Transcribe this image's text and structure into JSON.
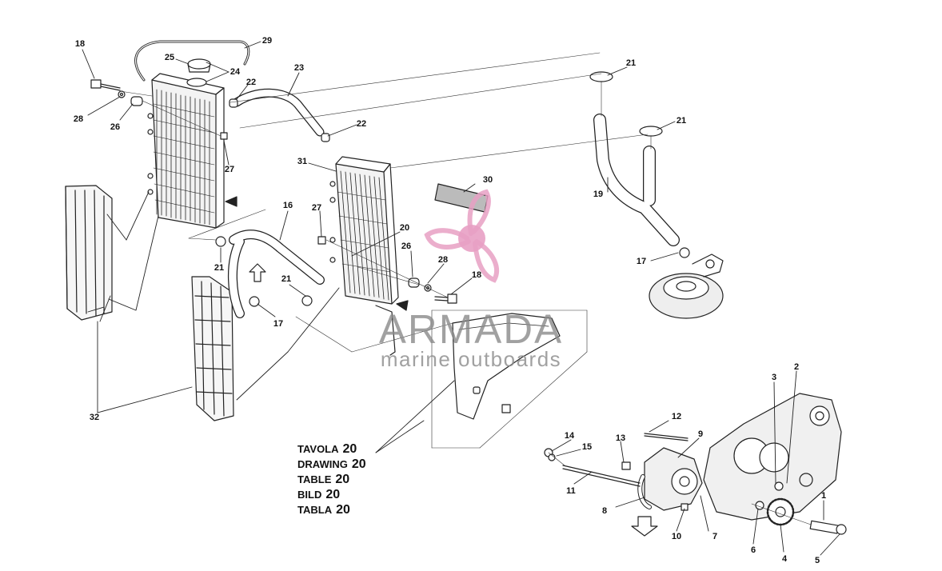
{
  "diagram": {
    "callouts": [
      {
        "id": "c18a",
        "label": "18"
      },
      {
        "id": "c29",
        "label": "29"
      },
      {
        "id": "c25",
        "label": "25"
      },
      {
        "id": "c24",
        "label": "24"
      },
      {
        "id": "c22a",
        "label": "22"
      },
      {
        "id": "c23",
        "label": "23"
      },
      {
        "id": "c28a",
        "label": "28"
      },
      {
        "id": "c26a",
        "label": "26"
      },
      {
        "id": "c27a",
        "label": "27"
      },
      {
        "id": "c22b",
        "label": "22"
      },
      {
        "id": "c31",
        "label": "31"
      },
      {
        "id": "c30",
        "label": "30"
      },
      {
        "id": "c16",
        "label": "16"
      },
      {
        "id": "c27b",
        "label": "27"
      },
      {
        "id": "c20",
        "label": "20"
      },
      {
        "id": "c26b",
        "label": "26"
      },
      {
        "id": "c28b",
        "label": "28"
      },
      {
        "id": "c18b",
        "label": "18"
      },
      {
        "id": "c21a",
        "label": "21"
      },
      {
        "id": "c21b",
        "label": "21"
      },
      {
        "id": "c17a",
        "label": "17"
      },
      {
        "id": "c32",
        "label": "32"
      },
      {
        "id": "c21c",
        "label": "21"
      },
      {
        "id": "c21d",
        "label": "21"
      },
      {
        "id": "c19",
        "label": "19"
      },
      {
        "id": "c17b",
        "label": "17"
      },
      {
        "id": "c3",
        "label": "3"
      },
      {
        "id": "c2",
        "label": "2"
      },
      {
        "id": "c12",
        "label": "12"
      },
      {
        "id": "c9",
        "label": "9"
      },
      {
        "id": "c14",
        "label": "14"
      },
      {
        "id": "c15",
        "label": "15"
      },
      {
        "id": "c13",
        "label": "13"
      },
      {
        "id": "c11",
        "label": "11"
      },
      {
        "id": "c8",
        "label": "8"
      },
      {
        "id": "c10",
        "label": "10"
      },
      {
        "id": "c7",
        "label": "7"
      },
      {
        "id": "c6",
        "label": "6"
      },
      {
        "id": "c4",
        "label": "4"
      },
      {
        "id": "c1",
        "label": "1"
      },
      {
        "id": "c5",
        "label": "5"
      }
    ],
    "table_reference": [
      {
        "label": "TAVOLA",
        "number": "20"
      },
      {
        "label": "DRAWING",
        "number": "20"
      },
      {
        "label": "TABLE",
        "number": "20"
      },
      {
        "label": "BILD",
        "number": "20"
      },
      {
        "label": "TABLA",
        "number": "20"
      }
    ]
  },
  "watermark": {
    "brand": "ARMADA",
    "tagline": "marine outboards",
    "color": "#e8a0c4"
  }
}
